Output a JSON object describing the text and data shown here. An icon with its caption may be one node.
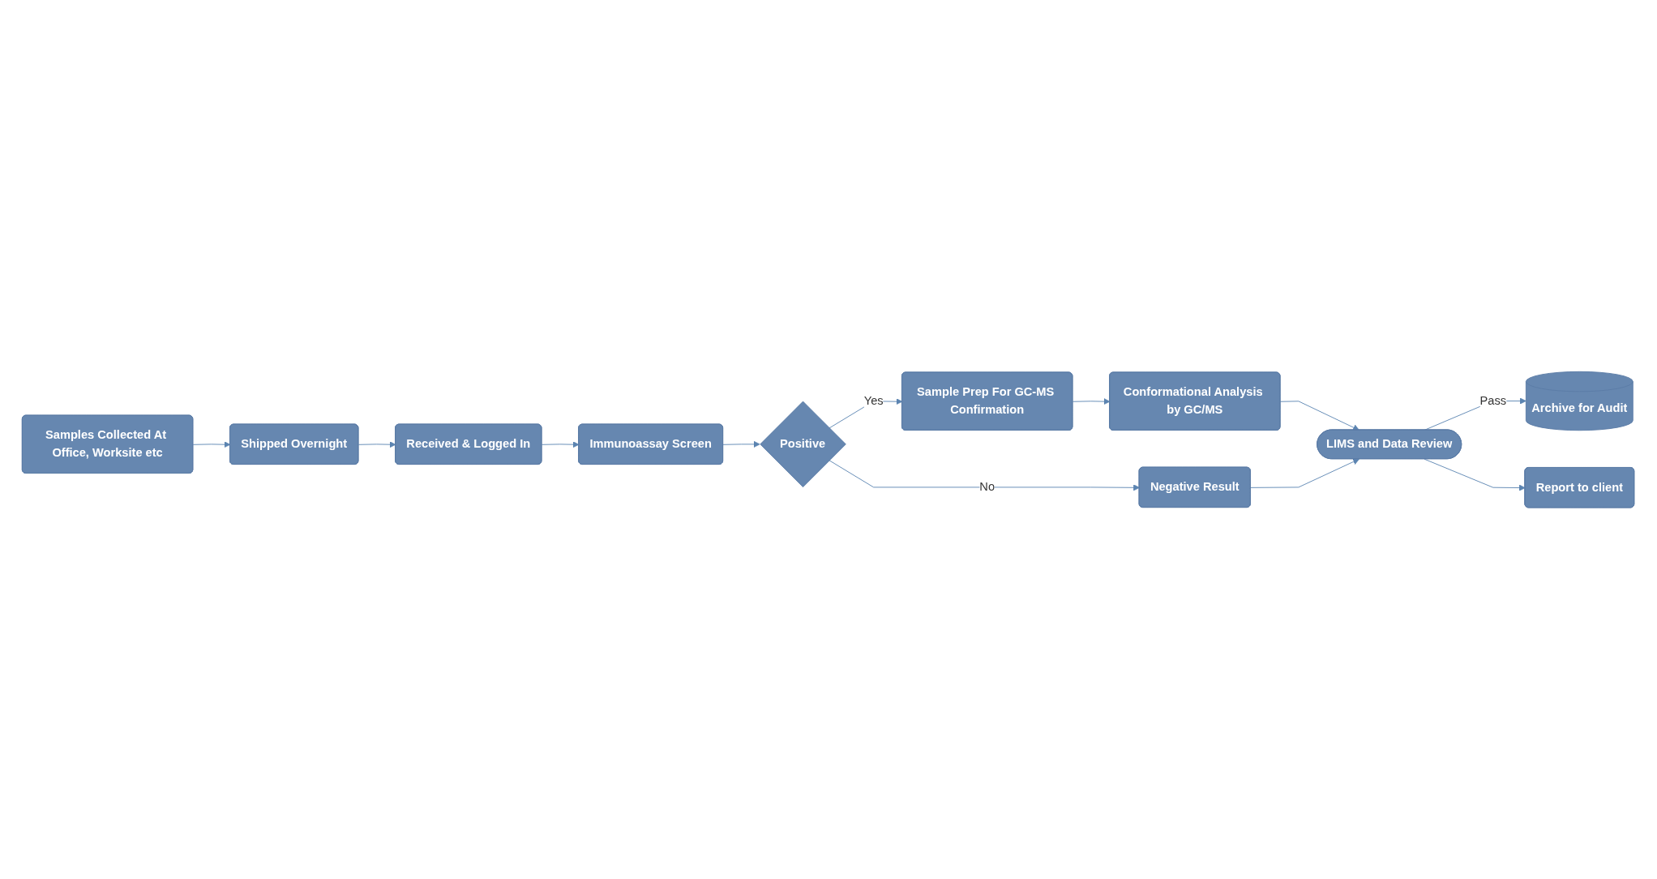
{
  "diagram": {
    "nodes": [
      {
        "text": [
          "Samples Collected At Office, Worksite etc"
        ]
      },
      {
        "text": [
          "Shipped Overnight"
        ]
      },
      {
        "text": [
          "Received & Logged In"
        ]
      },
      {
        "text": [
          "Immunoassay Screen"
        ]
      },
      {
        "text": [
          "Positive"
        ]
      },
      {
        "text": [
          "Sample Prep For GC-MS Confirmation"
        ]
      },
      {
        "text": [
          "Conformational Analysis by GC/MS"
        ]
      },
      {
        "text": [
          "Negative Result"
        ]
      },
      {
        "text": [
          "LIMS and Data Review"
        ]
      },
      {
        "text": [
          "Archive for Audit"
        ]
      },
      {
        "text": [
          "Report to client"
        ]
      }
    ],
    "edges": [
      {
        "from": 0,
        "to": 1,
        "arrow": "to"
      },
      {
        "from": 1,
        "to": 2,
        "arrow": "to"
      },
      {
        "from": 2,
        "to": 3,
        "arrow": "to"
      },
      {
        "from": 3,
        "to": 4,
        "arrow": "to"
      },
      {
        "from": 4,
        "to": 5,
        "label": "Yes",
        "arrow": "to"
      },
      {
        "from": 4,
        "to": 7,
        "label": "No",
        "arrow": "to"
      },
      {
        "from": 5,
        "to": 6,
        "arrow": "to"
      },
      {
        "from": 6,
        "to": 8,
        "arrow": "to"
      },
      {
        "from": 7,
        "to": 8,
        "arrow": "to"
      },
      {
        "from": 8,
        "to": 9,
        "label": "Pass",
        "arrow": "to"
      },
      {
        "from": 8,
        "to": 10,
        "arrow": "to"
      }
    ]
  }
}
